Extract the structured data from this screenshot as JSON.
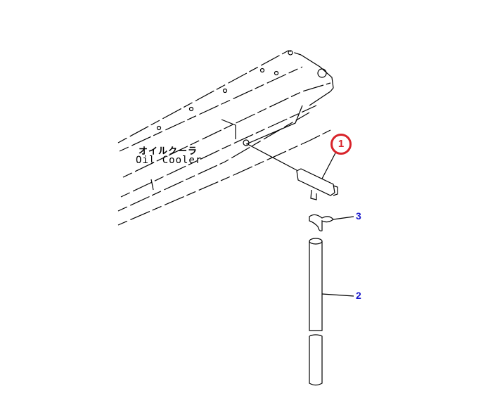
{
  "diagram": {
    "component_label_jp": "オイルクーラ",
    "component_label_en": "Oil Cooler",
    "callouts": [
      {
        "number": "1",
        "highlighted": true,
        "color": "#d8232a"
      },
      {
        "number": "2",
        "highlighted": false,
        "color": "#1a1acc"
      },
      {
        "number": "3",
        "highlighted": false,
        "color": "#1a1acc"
      }
    ]
  }
}
